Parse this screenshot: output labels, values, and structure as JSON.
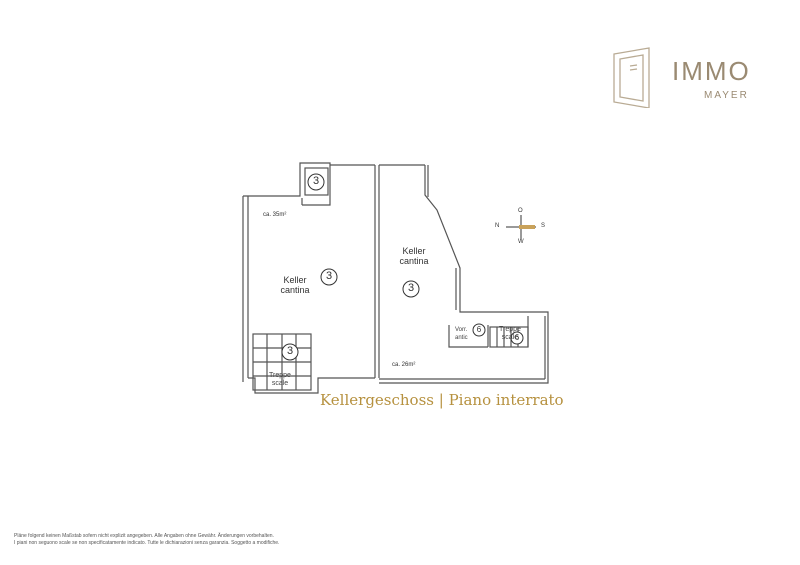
{
  "brand": {
    "word": "IMMO",
    "sub": "MAYER",
    "color": "#9a8a72"
  },
  "floorplan": {
    "rooms": [
      {
        "name": "Keller",
        "name_it": "cantina",
        "number": "3",
        "area": "ca. 35m²"
      },
      {
        "name": "Keller",
        "name_it": "cantina",
        "number": "3",
        "area": "ca. 26m²"
      }
    ],
    "stairs_room_number": "3",
    "stairs_label_line1": "Treppe",
    "stairs_label_line2": "scale",
    "vorr_label_line1": "Vorr.",
    "vorr_label_line2": "antic",
    "vorr_number": "6",
    "stairs2_label_line1": "Treppe",
    "stairs2_label_line2": "scale",
    "stairs2_number": "6",
    "compass": {
      "n": "N",
      "o": "O",
      "s": "S",
      "w": "W"
    }
  },
  "caption": "Kellergeschoss | Piano interrato",
  "caption_color": "#b6913f",
  "footer": {
    "line1": "Pläne folgend keinen Maßstab sofern nicht explizit angegeben. Alle Angaben ohne Gewähr. Änderungen vorbehalten.",
    "line2": "I piani non seguono scale se non specificatamente indicato. Tutte le dichiarazioni senza garanzia. Soggetto a modifiche."
  }
}
